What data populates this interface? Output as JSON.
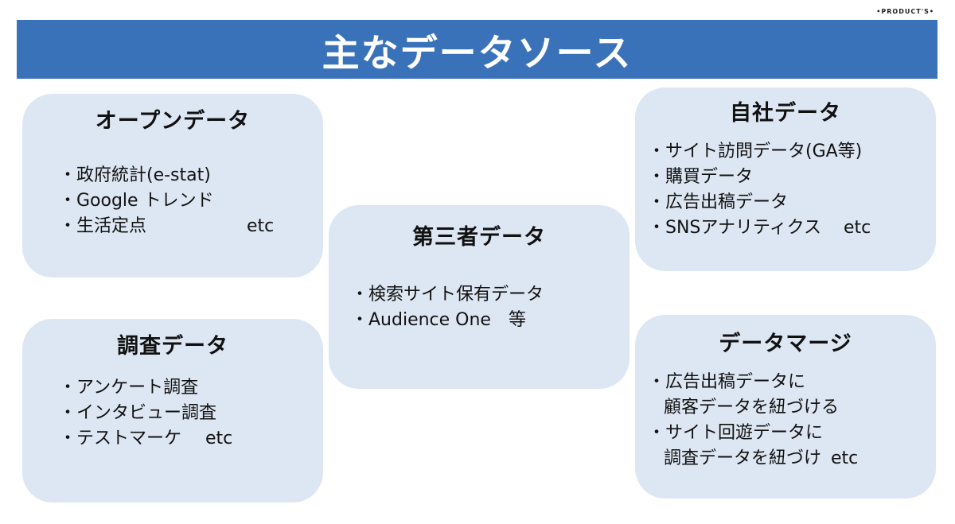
{
  "brand": "•PRODUCT'S•",
  "title": "主なデータソース",
  "cards": {
    "open_data": {
      "heading": "オープンデータ",
      "items": [
        "・政府統計(e-stat)",
        "・Google トレンド",
        "・生活定点"
      ],
      "etc": "etc"
    },
    "survey_data": {
      "heading": "調査データ",
      "items": [
        "・アンケート調査",
        "・インタビュー調査",
        "・テストマーケ"
      ],
      "etc": "etc"
    },
    "third_party_data": {
      "heading": "第三者データ",
      "items": [
        "・検索サイト保有データ",
        "・Audience One　等"
      ]
    },
    "own_data": {
      "heading": "自社データ",
      "items": [
        "・サイト訪問データ(GA等)",
        "・購買データ",
        "・広告出稿データ",
        "・SNSアナリティクス"
      ],
      "etc": "etc"
    },
    "data_merge": {
      "heading": "データマージ",
      "items": [
        "・広告出稿データに",
        "顧客データを紐づける",
        "・サイト回遊データに",
        "調査データを紐づけ"
      ],
      "etc": "etc"
    }
  }
}
